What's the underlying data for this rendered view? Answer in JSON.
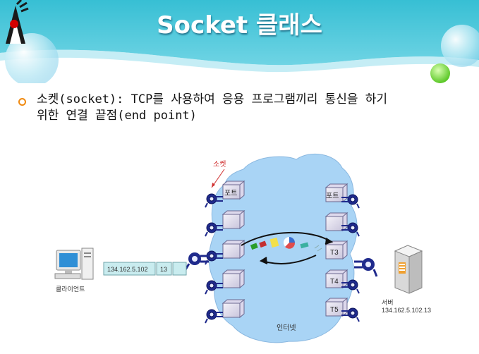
{
  "slide": {
    "title": "Socket 클래스",
    "bullet_line1": "소켓(socket): TCP를 사용하여 응용 프로그램끼리 통신을 하기",
    "bullet_line2": "위한 연결 끝점(end point)"
  },
  "diagram": {
    "socket_callout": "소켓",
    "port_left_top": "포트",
    "port_right_top": "포트",
    "port_t3": "T3",
    "port_t4": "T4",
    "port_t5": "T5",
    "client_ip": "134.162.5.102",
    "client_port": "13",
    "client_label": "클라이언트",
    "server_label": "서버",
    "server_address": "134.162.5.102.13",
    "internet_label": "인터넷"
  },
  "colors": {
    "header_teal": "#3cc3d6",
    "accent_orange": "#f08a10",
    "cloud_blue": "#a9d4f5"
  }
}
